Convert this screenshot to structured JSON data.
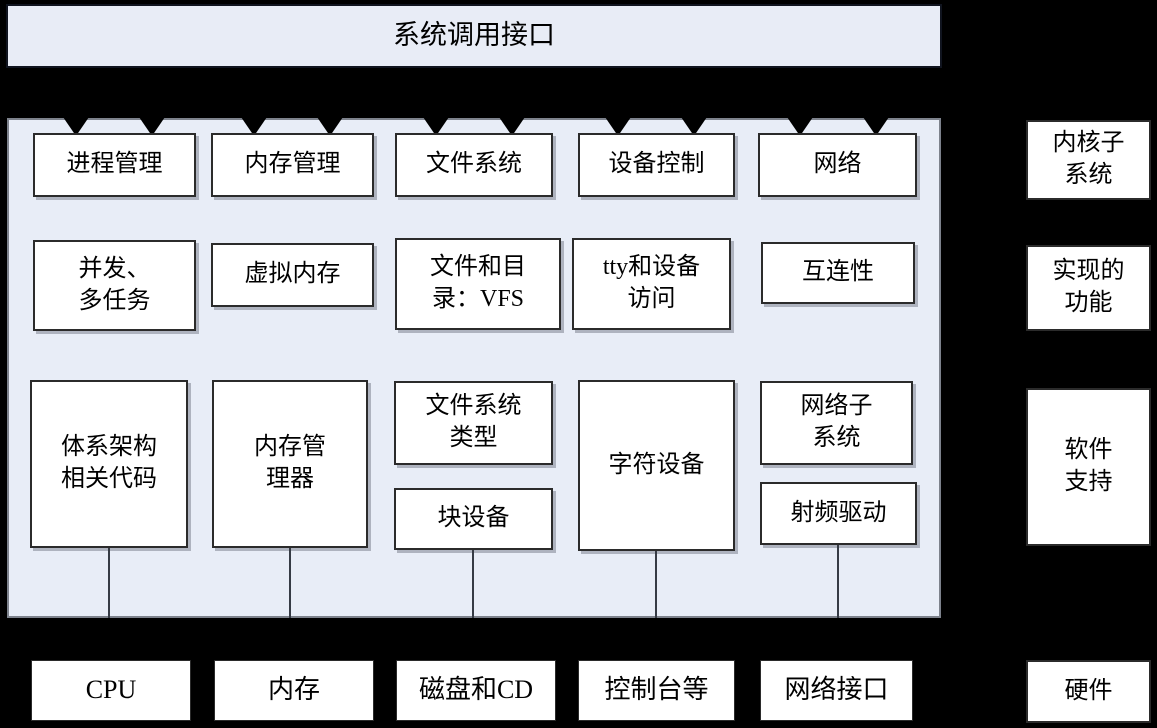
{
  "title": "系统调用接口",
  "kernel": {
    "subsystems": [
      "进程管理",
      "内存管理",
      "文件系统",
      "设备控制",
      "网络"
    ],
    "features": [
      "并发、\n多任务",
      "虚拟内存",
      "文件和目\n录：VFS",
      "tty和设备\n访问",
      "互连性"
    ],
    "components": {
      "arch_code": "体系架构\n相关代码",
      "memory_manager": "内存管\n理器",
      "fs_types": "文件系统\n类型",
      "block_devices": "块设备",
      "char_devices": "字符设备",
      "network_subsystem": "网络子\n系统",
      "rf_drivers": "射频驱动"
    }
  },
  "hardware": {
    "items": [
      "CPU",
      "内存",
      "磁盘和CD",
      "控制台等",
      "网络接口"
    ]
  },
  "side_labels": [
    "内核子\n系统",
    "实现的\n功能",
    "软件\n支持",
    "硬件"
  ],
  "colors": {
    "background": "#000000",
    "panel_fill": "#e8edf7",
    "title_fill": "#e8ecf6",
    "box_fill": "#ffffff",
    "border": "#2b2b2b",
    "text": "#000000"
  }
}
